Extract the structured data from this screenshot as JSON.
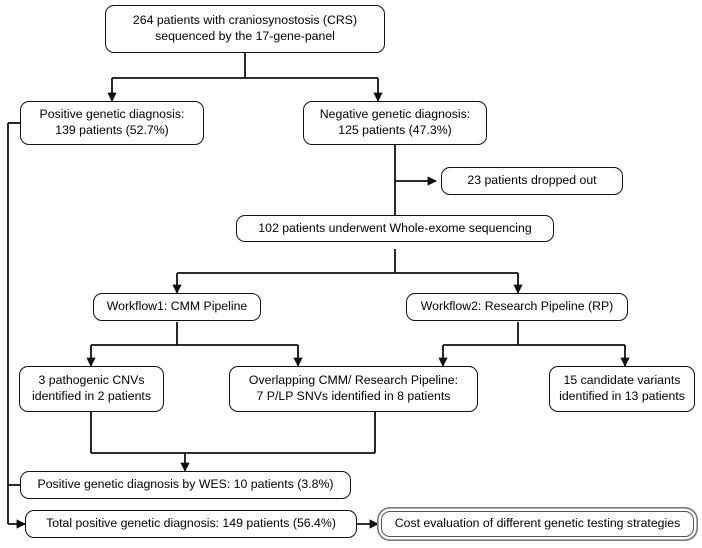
{
  "diagram": {
    "title": "Craniosynostosis genetic testing workflow",
    "background_color": "#ffffff",
    "line_color": "#111111",
    "emphasis_border_color": "#7a7a7a",
    "nodes": {
      "cohort": "264 patients with craniosynostosis (CRS)\nsequenced by the 17-gene-panel",
      "positive_panel": "Positive genetic diagnosis:\n139 patients (52.7%)",
      "negative_panel": "Negative genetic diagnosis:\n125 patients (47.3%)",
      "dropped_out": "23 patients dropped out",
      "wes": "102 patients underwent Whole-exome sequencing",
      "workflow1": "Workflow1: CMM Pipeline",
      "workflow2": "Workflow2: Research Pipeline (RP)",
      "cnvs": "3 pathogenic CNVs\nidentified in 2 patients",
      "overlapping": "Overlapping CMM/ Research Pipeline:\n7 P/LP SNVs identified in 8 patients",
      "candidates": "15 candidate variants\nidentified in 13 patients",
      "positive_wes": "Positive genetic diagnosis by WES: 10 patients (3.8%)",
      "total_positive": "Total positive genetic diagnosis: 149 patients (56.4%)",
      "cost_evaluation": "Cost evaluation of different genetic testing strategies"
    },
    "chart_data": {
      "type": "flowchart",
      "nodes": [
        {
          "id": "cohort",
          "label": "264 patients with craniosynostosis (CRS) sequenced by the 17-gene-panel",
          "value": 264
        },
        {
          "id": "positive_panel",
          "label": "Positive genetic diagnosis: 139 patients (52.7%)",
          "value": 139,
          "percent": 52.7
        },
        {
          "id": "negative_panel",
          "label": "Negative genetic diagnosis: 125 patients (47.3%)",
          "value": 125,
          "percent": 47.3
        },
        {
          "id": "dropped_out",
          "label": "23 patients dropped out",
          "value": 23
        },
        {
          "id": "wes",
          "label": "102 patients underwent Whole-exome sequencing",
          "value": 102
        },
        {
          "id": "workflow1",
          "label": "Workflow1: CMM Pipeline"
        },
        {
          "id": "workflow2",
          "label": "Workflow2: Research Pipeline (RP)"
        },
        {
          "id": "cnvs",
          "label": "3 pathogenic CNVs identified in 2 patients",
          "variants": 3,
          "patients": 2
        },
        {
          "id": "overlapping",
          "label": "Overlapping CMM/ Research Pipeline: 7 P/LP SNVs identified in 8 patients",
          "variants": 7,
          "patients": 8
        },
        {
          "id": "candidates",
          "label": "15 candidate variants identified in 13 patients",
          "variants": 15,
          "patients": 13
        },
        {
          "id": "positive_wes",
          "label": "Positive genetic diagnosis by WES: 10 patients (3.8%)",
          "value": 10,
          "percent": 3.8
        },
        {
          "id": "total_positive",
          "label": "Total positive genetic diagnosis: 149 patients (56.4%)",
          "value": 149,
          "percent": 56.4
        },
        {
          "id": "cost_evaluation",
          "label": "Cost evaluation of different genetic testing strategies"
        }
      ],
      "edges": [
        {
          "from": "cohort",
          "to": "positive_panel"
        },
        {
          "from": "cohort",
          "to": "negative_panel"
        },
        {
          "from": "negative_panel",
          "to": "dropped_out"
        },
        {
          "from": "negative_panel",
          "to": "wes"
        },
        {
          "from": "wes",
          "to": "workflow1"
        },
        {
          "from": "wes",
          "to": "workflow2"
        },
        {
          "from": "workflow1",
          "to": "cnvs"
        },
        {
          "from": "workflow1",
          "to": "overlapping"
        },
        {
          "from": "workflow2",
          "to": "overlapping"
        },
        {
          "from": "workflow2",
          "to": "candidates"
        },
        {
          "from": "cnvs",
          "to": "positive_wes"
        },
        {
          "from": "overlapping",
          "to": "positive_wes"
        },
        {
          "from": "positive_panel",
          "to": "total_positive"
        },
        {
          "from": "positive_wes",
          "to": "total_positive"
        },
        {
          "from": "total_positive",
          "to": "cost_evaluation"
        }
      ]
    }
  }
}
